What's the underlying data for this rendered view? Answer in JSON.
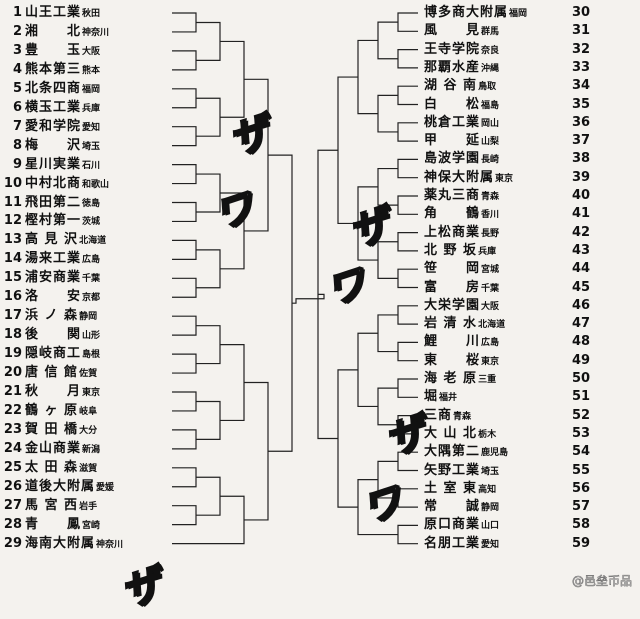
{
  "left_teams": [
    {
      "num": "1",
      "school": "山王工業",
      "pref": "秋田"
    },
    {
      "num": "2",
      "school": "湘　　北",
      "pref": "神奈川"
    },
    {
      "num": "3",
      "school": "豊　　玉",
      "pref": "大阪"
    },
    {
      "num": "4",
      "school": "熊本第三",
      "pref": "熊本"
    },
    {
      "num": "5",
      "school": "北条四商",
      "pref": "福岡"
    },
    {
      "num": "6",
      "school": "横玉工業",
      "pref": "兵庫"
    },
    {
      "num": "7",
      "school": "愛和学院",
      "pref": "愛知"
    },
    {
      "num": "8",
      "school": "梅　　沢",
      "pref": "埼玉"
    },
    {
      "num": "9",
      "school": "星川実業",
      "pref": "石川"
    },
    {
      "num": "10",
      "school": "中村北商",
      "pref": "和歌山"
    },
    {
      "num": "11",
      "school": "飛田第二",
      "pref": "徳島"
    },
    {
      "num": "12",
      "school": "樫村第一",
      "pref": "茨城"
    },
    {
      "num": "13",
      "school": "高 見 沢",
      "pref": "北海道"
    },
    {
      "num": "14",
      "school": "湯来工業",
      "pref": "広島"
    },
    {
      "num": "15",
      "school": "浦安商業",
      "pref": "千葉"
    },
    {
      "num": "16",
      "school": "洛　　安",
      "pref": "京都"
    },
    {
      "num": "17",
      "school": "浜 ノ 森",
      "pref": "静岡"
    },
    {
      "num": "18",
      "school": "後　　関",
      "pref": "山形"
    },
    {
      "num": "19",
      "school": "隠岐商工",
      "pref": "島根"
    },
    {
      "num": "20",
      "school": "唐 信 館",
      "pref": "佐賀"
    },
    {
      "num": "21",
      "school": "秋　　月",
      "pref": "東京"
    },
    {
      "num": "22",
      "school": "鶴 ヶ 原",
      "pref": "岐阜"
    },
    {
      "num": "23",
      "school": "賀 田 橋",
      "pref": "大分"
    },
    {
      "num": "24",
      "school": "金山商業",
      "pref": "新潟"
    },
    {
      "num": "25",
      "school": "太 田 森",
      "pref": "滋賀"
    },
    {
      "num": "26",
      "school": "道後大附属",
      "pref": "愛媛"
    },
    {
      "num": "27",
      "school": "馬 宮 西",
      "pref": "岩手"
    },
    {
      "num": "28",
      "school": "青　　鳳",
      "pref": "宮崎"
    },
    {
      "num": "29",
      "school": "海南大附属",
      "pref": "神奈川"
    }
  ],
  "right_teams": [
    {
      "num": "30",
      "school": "博多商大附属",
      "pref": "福岡"
    },
    {
      "num": "31",
      "school": "風　　見",
      "pref": "群馬"
    },
    {
      "num": "32",
      "school": "王寺学院",
      "pref": "奈良"
    },
    {
      "num": "33",
      "school": "那覇水産",
      "pref": "沖縄"
    },
    {
      "num": "34",
      "school": "湖 谷 南",
      "pref": "鳥取"
    },
    {
      "num": "35",
      "school": "白　　松",
      "pref": "福島"
    },
    {
      "num": "36",
      "school": "桃倉工業",
      "pref": "岡山"
    },
    {
      "num": "37",
      "school": "甲　　延",
      "pref": "山梨"
    },
    {
      "num": "38",
      "school": "島波学園",
      "pref": "長崎"
    },
    {
      "num": "39",
      "school": "神保大附属",
      "pref": "東京"
    },
    {
      "num": "40",
      "school": "薬丸三商",
      "pref": "青森"
    },
    {
      "num": "41",
      "school": "角　　鶴",
      "pref": "香川"
    },
    {
      "num": "42",
      "school": "上松商業",
      "pref": "長野"
    },
    {
      "num": "43",
      "school": "北 野 坂",
      "pref": "兵庫"
    },
    {
      "num": "44",
      "school": "笹　　岡",
      "pref": "宮城"
    },
    {
      "num": "45",
      "school": "富　　房",
      "pref": "千葉"
    },
    {
      "num": "46",
      "school": "大栄学園",
      "pref": "大阪"
    },
    {
      "num": "47",
      "school": "岩 清 水",
      "pref": "北海道"
    },
    {
      "num": "48",
      "school": "鯉　　川",
      "pref": "広島"
    },
    {
      "num": "49",
      "school": "東　　桜",
      "pref": "東京"
    },
    {
      "num": "50",
      "school": "海 老 原",
      "pref": "三重"
    },
    {
      "num": "51",
      "school": "堀",
      "pref": "福井"
    },
    {
      "num": "52",
      "school": "三商",
      "pref": "青森"
    },
    {
      "num": "53",
      "school": "大 山 北",
      "pref": "栃木"
    },
    {
      "num": "54",
      "school": "大隅第二",
      "pref": "鹿児島"
    },
    {
      "num": "55",
      "school": "矢野工業",
      "pref": "埼玉"
    },
    {
      "num": "56",
      "school": "土 室 東",
      "pref": "高知"
    },
    {
      "num": "57",
      "school": "常　　誠",
      "pref": "静岡"
    },
    {
      "num": "58",
      "school": "原口商業",
      "pref": "山口"
    },
    {
      "num": "59",
      "school": "名朋工業",
      "pref": "愛知"
    }
  ],
  "sound_effects": [
    "ザ",
    "ワ",
    "ザ",
    "ワ",
    "ザ",
    "ワ",
    "ザ"
  ],
  "watermark": "@邑垒币品"
}
